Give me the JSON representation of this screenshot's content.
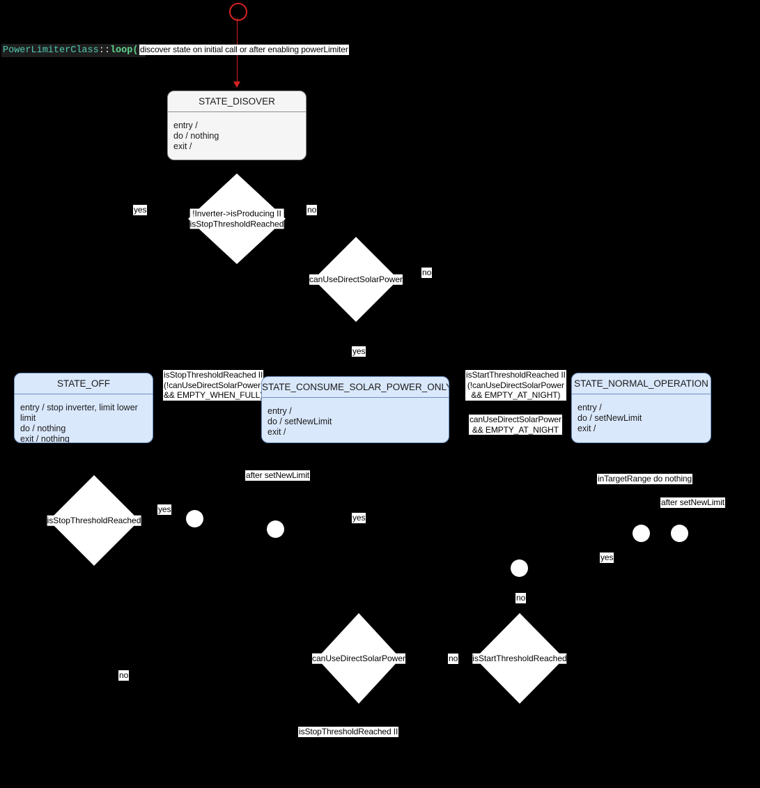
{
  "diagram": {
    "title_caption": {
      "class_name": "PowerLimiterClass",
      "scope_op": "::",
      "method": "loop()"
    },
    "start_transition_label": "discover state on initial call or after enabling powerLimiter",
    "states": [
      {
        "id": "state-disover",
        "title": "STATE_DISOVER",
        "body": "entry /\ndo / nothing\nexit /",
        "style": "grey"
      },
      {
        "id": "state-off",
        "title": "STATE_OFF",
        "body": "entry / stop inverter, limit lower limit\ndo / nothing\nexit / nothing",
        "style": "blue"
      },
      {
        "id": "state-consume-solar-power-only",
        "title": "STATE_CONSUME_SOLAR_POWER_ONLY",
        "body": "entry /\ndo / setNewLimit\nexit /",
        "style": "blue"
      },
      {
        "id": "state-normal-operation",
        "title": "STATE_NORMAL_OPERATION",
        "body": "entry /\ndo / setNewLimit\nexit /",
        "style": "blue"
      }
    ],
    "decisions": [
      {
        "id": "decision-inverter-producing",
        "text": "!Inverter->isProducing II\nisStopThresholdReached"
      },
      {
        "id": "decision-can-use-direct-solar-power-top",
        "text": "canUseDirectSolarPower"
      },
      {
        "id": "decision-is-stop-threshold-reached",
        "text": "isStopThresholdReached"
      },
      {
        "id": "decision-can-use-direct-solar-power-bottom",
        "text": "canUseDirectSolarPower"
      },
      {
        "id": "decision-is-start-threshold-reached",
        "text": "isStartThresholdReached"
      }
    ],
    "edge_labels": [
      {
        "id": "label-yes-1",
        "text": "yes"
      },
      {
        "id": "label-no-1",
        "text": "no"
      },
      {
        "id": "label-no-2",
        "text": "no"
      },
      {
        "id": "label-yes-2",
        "text": "yes"
      },
      {
        "id": "label-stop-threshold-empty-when-full",
        "text": "isStopThresholdReached II\n(!canUseDirectSolarPower\n&& EMPTY_WHEN_FULL)"
      },
      {
        "id": "label-start-threshold-empty-at-night",
        "text": "isStartThresholdReached II\n(!canUseDirectSolarPower\n&& EMPTY_AT_NIGHT)"
      },
      {
        "id": "label-can-use-direct-empty-at-night",
        "text": "canUseDirectSolarPower\n&& EMPTY_AT_NIGHT"
      },
      {
        "id": "label-after-set-new-limit-1",
        "text": "after setNewLimit"
      },
      {
        "id": "label-in-target-range",
        "text": "inTargetRange do nothing"
      },
      {
        "id": "label-after-set-new-limit-2",
        "text": "after setNewLimit"
      },
      {
        "id": "label-yes-3",
        "text": "yes"
      },
      {
        "id": "label-yes-4",
        "text": "yes"
      },
      {
        "id": "label-yes-5",
        "text": "yes"
      },
      {
        "id": "label-no-3",
        "text": "no"
      },
      {
        "id": "label-no-4",
        "text": "no"
      },
      {
        "id": "label-no-5",
        "text": "no"
      },
      {
        "id": "label-stop-threshold-reached-bottom",
        "text": "isStopThresholdReached II"
      }
    ],
    "colors": {
      "background": "#000000",
      "state_blue_fill": "#dae8fc",
      "state_blue_border": "#6c8ebf",
      "state_grey_fill": "#f5f5f5",
      "state_grey_border": "#8d8d8d",
      "start_node": "#d62222",
      "label_bg": "#ffffff",
      "label_text": "#000000",
      "code_class": "#4ec9b0",
      "code_method": "#5fd38d"
    }
  }
}
